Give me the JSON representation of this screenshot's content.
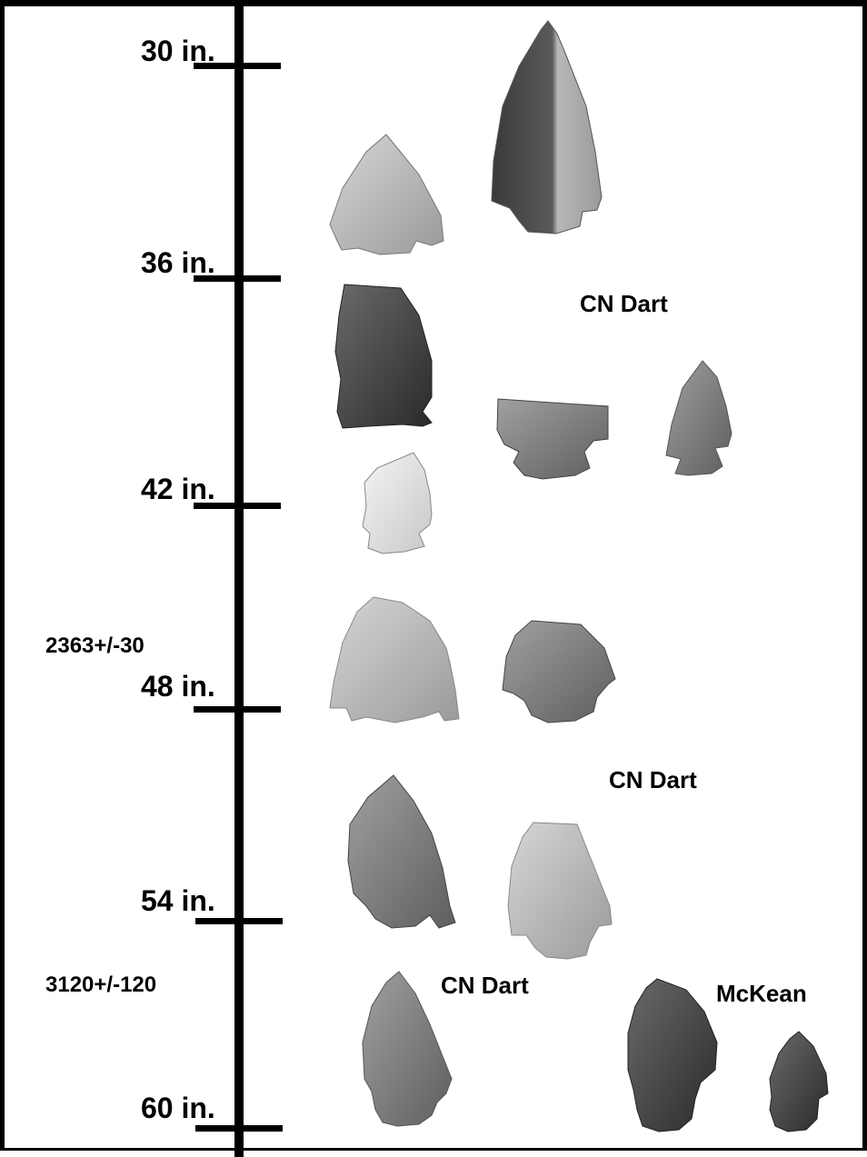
{
  "depth_scale": {
    "markers": [
      "30 in.",
      "36 in.",
      "42 in.",
      "48 in.",
      "54 in.",
      "60 in."
    ]
  },
  "radiocarbon_dates": [
    "2363+/-30",
    "3120+/-120"
  ],
  "point_type_labels": [
    "CN Dart",
    "CN Dart",
    "CN Dart",
    "McKean"
  ],
  "colors": {
    "background": "#ffffff",
    "scale": "#000000",
    "artifact_light": "#c8c8c8",
    "artifact_mid": "#8a8a8a",
    "artifact_dark": "#3c3c3c"
  }
}
